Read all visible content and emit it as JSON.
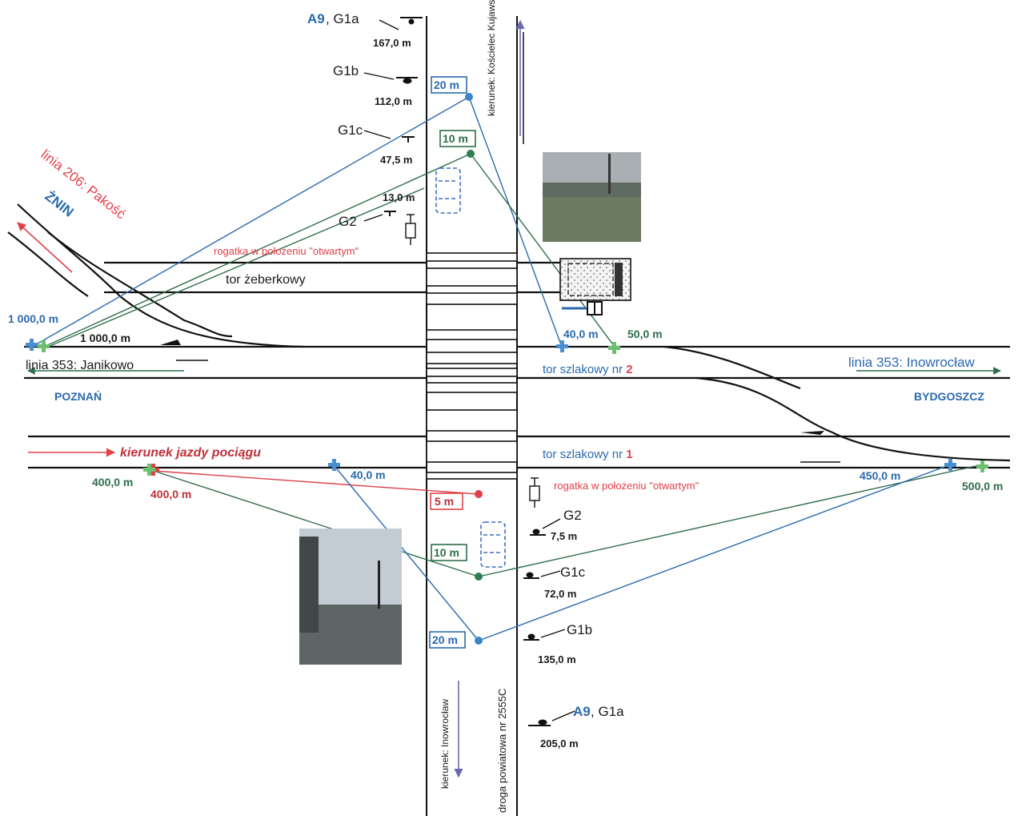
{
  "colors": {
    "blue": "#2a6aae",
    "green": "#2f6e4c",
    "red": "#e0404a",
    "track": "#111111",
    "cross": "#4a8fd0",
    "cross_green": "#6cc070"
  },
  "top": {
    "sign_a9": "A9",
    "sign_g1a": ", G1a",
    "dist_g1a": "167,0 m",
    "sign_g1b": "G1b",
    "dist_g1b": "112,0 m",
    "sign_g1c": "G1c",
    "dist_g1c": "47,5 m",
    "dist_g2": "13,0 m",
    "sign_g2": "G2",
    "box_20": "20 m",
    "box_10": "10 m",
    "direction": "kierunek: Kościelec Kujawski",
    "rogatka": "rogatka w położeniu \"otwartym\""
  },
  "bottom": {
    "sign_g2": "G2",
    "dist_g2": "7,5 m",
    "sign_g1c": "G1c",
    "dist_g1c": "72,0 m",
    "sign_g1b": "G1b",
    "dist_g1b": "135,0 m",
    "sign_a9": "A9",
    "sign_g1a": ", G1a",
    "dist_g1a": "205,0 m",
    "box_5": "5 m",
    "box_10": "10 m",
    "box_20": "20 m",
    "direction": "kierunek: Inowrocław",
    "road": "droga powiatowa nr 2555C",
    "rogatka": "rogatka w położeniu \"otwartym\""
  },
  "left": {
    "line206": "linia 206: Pakość",
    "znin": "ŻNIN",
    "dist_1000_blue": "1 000,0 m",
    "dist_1000_dark": "1 000,0 m",
    "line353": "linia 353: Janikowo",
    "poznan": "POZNAŃ",
    "dir_train": "kierunek jazdy pociągu",
    "dist_400_green": "400,0 m",
    "dist_400_red": "400,0 m",
    "dist_40_blue": "40,0 m"
  },
  "middle": {
    "tor_zeberkowy": "tor żeberkowy",
    "dist_40": "40,0 m",
    "dist_50": "50,0 m",
    "tor2_prefix": "tor szlakowy nr ",
    "tor2_num": "2",
    "tor1_prefix": "tor szlakowy nr ",
    "tor1_num": "1"
  },
  "right": {
    "line353": "linia 353: Inowrocław",
    "bydgoszcz": "BYDGOSZCZ",
    "dist_450": "450,0 m",
    "dist_500": "500,0 m"
  }
}
